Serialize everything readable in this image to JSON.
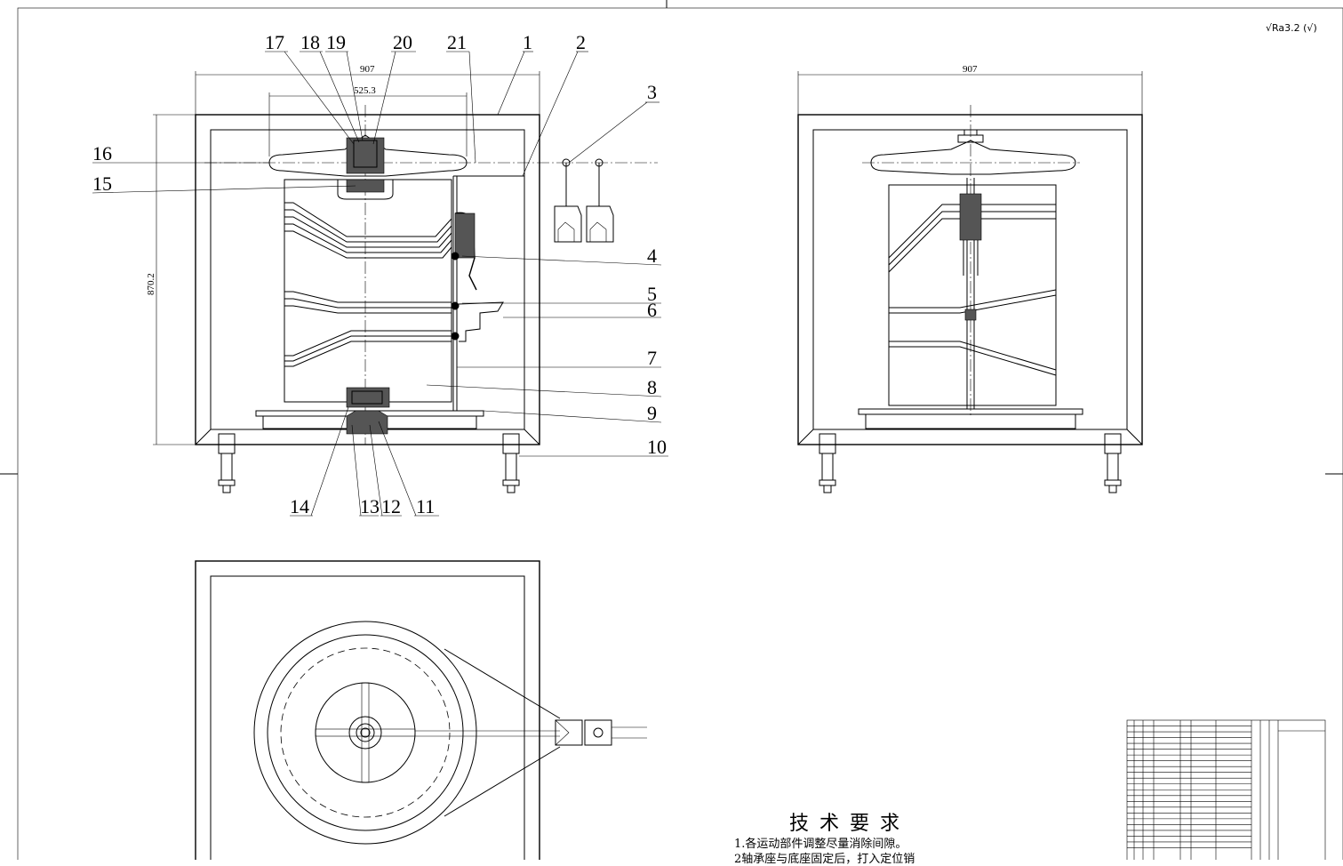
{
  "roughness_symbol": "√Ra3.2 (√)",
  "dimensions": {
    "front_width": "907",
    "front_inner_width": "525.3",
    "front_height": "870.2",
    "side_width": "907"
  },
  "part_labels": [
    "17",
    "18",
    "19",
    "20",
    "21",
    "1",
    "2",
    "3",
    "16",
    "15",
    "4",
    "5",
    "6",
    "7",
    "8",
    "9",
    "10",
    "14",
    "13",
    "12",
    "11"
  ],
  "technical_requirements": {
    "title": "技术要求",
    "items": [
      "1.各运动部件调整尽量消除间隙。",
      "2轴承座与底座固定后，打入定位销"
    ]
  },
  "title_block": {
    "row_count": 23
  }
}
